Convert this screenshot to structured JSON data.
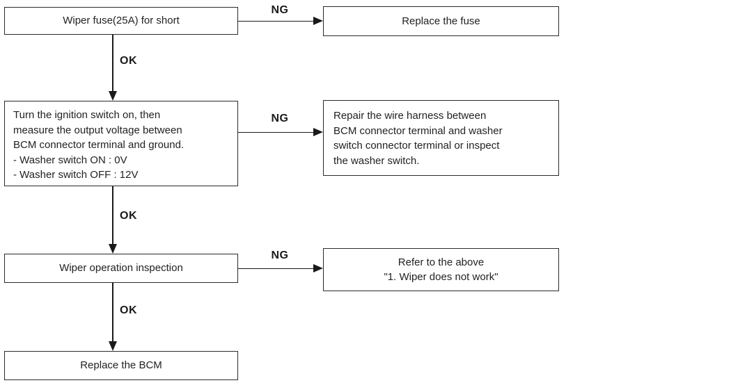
{
  "flowchart": {
    "steps": [
      {
        "text": "Wiper fuse(25A) for short"
      },
      {
        "lines": [
          "Turn the ignition switch on, then",
          "measure the output voltage between",
          "BCM connector terminal and ground.",
          "- Washer switch ON : 0V",
          "- Washer switch OFF : 12V"
        ]
      },
      {
        "text": "Wiper operation inspection"
      },
      {
        "text": "Replace the BCM"
      }
    ],
    "results": [
      {
        "text": "Replace the fuse"
      },
      {
        "lines": [
          "Repair the wire harness between",
          "BCM connector terminal and washer",
          "switch connector terminal or inspect",
          "the washer switch."
        ]
      },
      {
        "lines": [
          "Refer to the above",
          "\"1. Wiper does not work\""
        ]
      }
    ],
    "labels": {
      "ok": "OK",
      "ng": "NG"
    },
    "colors": {
      "border": "#2a2a2a",
      "line": "#1a1a1a",
      "text": "#222222",
      "background": "#ffffff"
    }
  }
}
